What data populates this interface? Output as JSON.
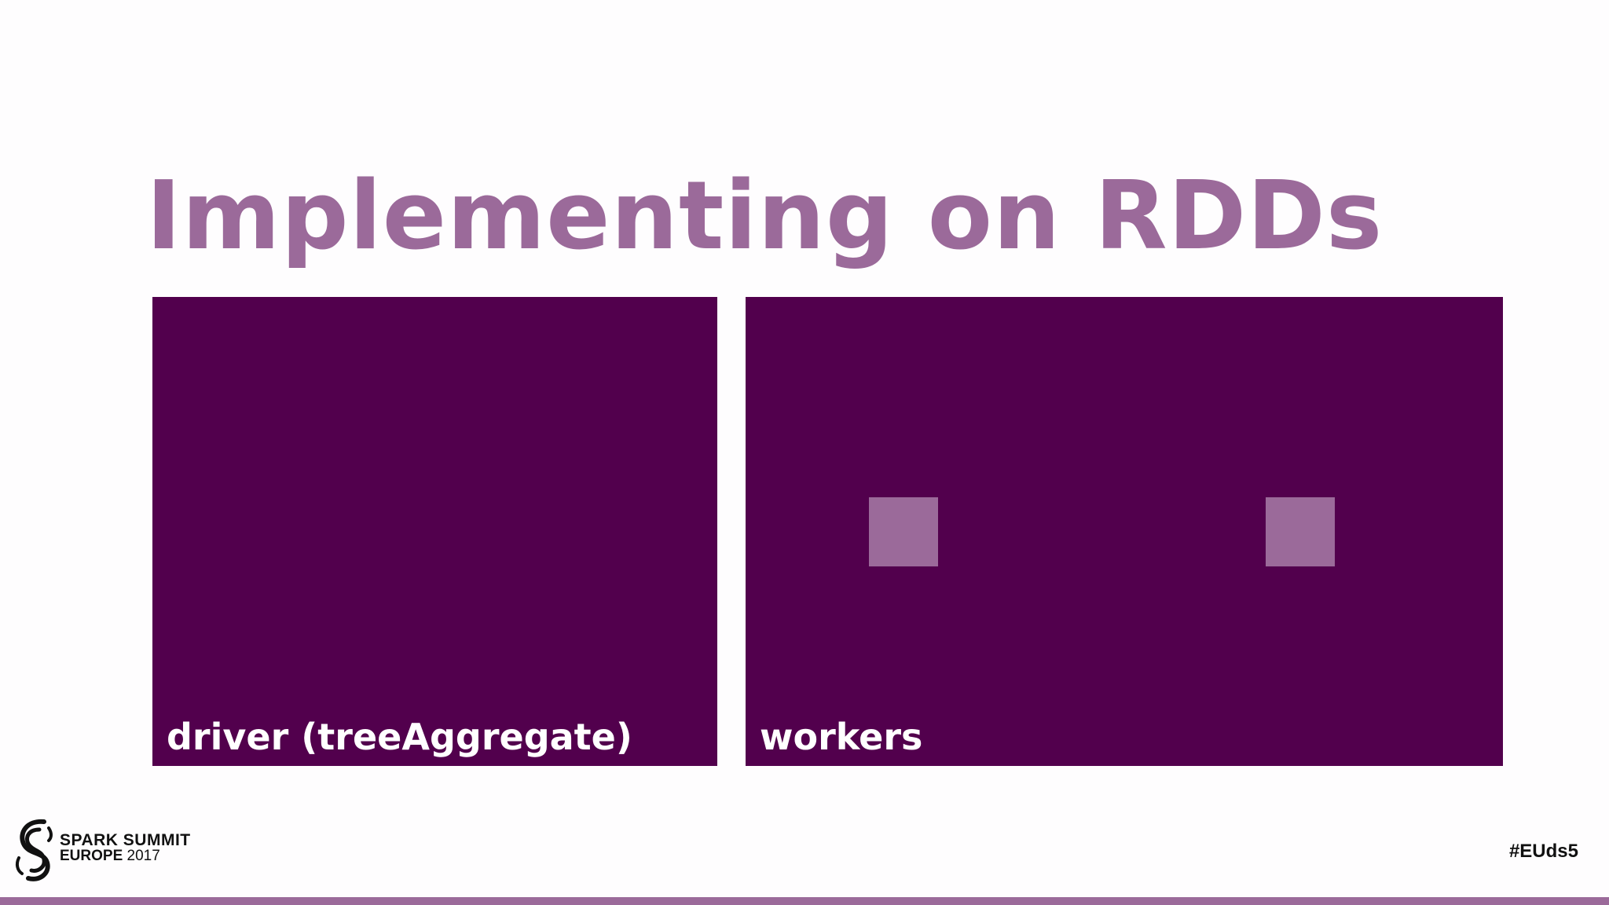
{
  "slide": {
    "title": "Implementing on RDDs",
    "panels": {
      "driver": {
        "label": "driver (treeAggregate)"
      },
      "workers": {
        "label": "workers"
      }
    }
  },
  "footer": {
    "logo": {
      "line1": "SPARK SUMMIT",
      "line2_strong": "EUROPE",
      "line2_year": " 2017"
    },
    "hashtag": "#EUds5"
  },
  "colors": {
    "accent": "#9b6a9a",
    "panel": "#52004d",
    "background": "#fefdfe",
    "text_dark": "#111111"
  }
}
